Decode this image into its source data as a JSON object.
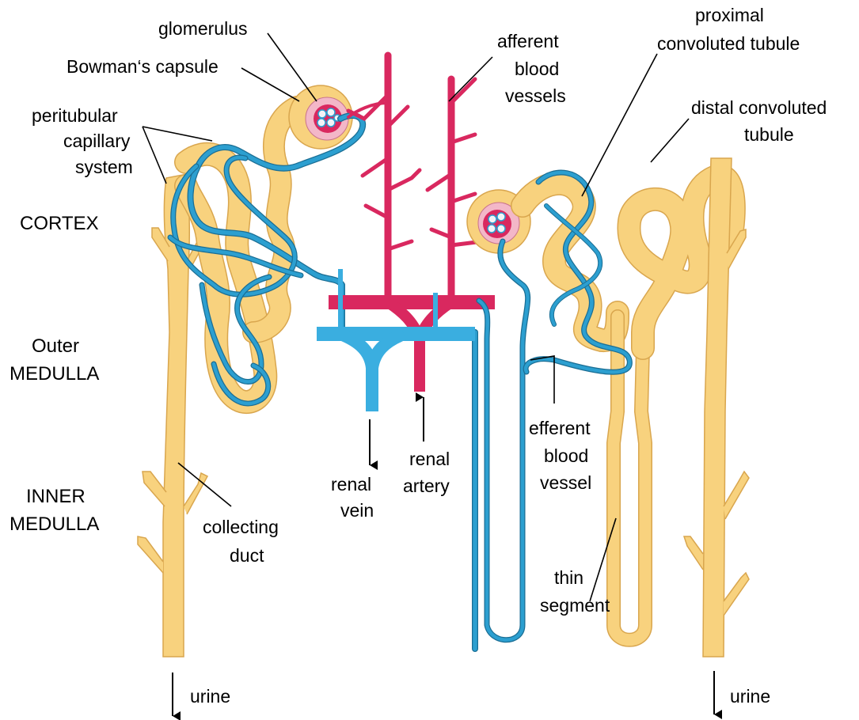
{
  "colors": {
    "tubule_fill": "#F8D27E",
    "tubule_edge": "#D9A64E",
    "capillary": "#2C9FD0",
    "capillary_dark": "#1B6E94",
    "artery": "#D9285F",
    "vein": "#3AAEE0",
    "text": "#000000"
  },
  "zones": {
    "cortex": "CORTEX",
    "outer_medulla_line1": "Outer",
    "outer_medulla_line2": "MEDULLA",
    "inner_medulla_line1": "INNER",
    "inner_medulla_line2": "MEDULLA"
  },
  "labels": {
    "glomerulus": "glomerulus",
    "bowmans_capsule": "Bowman‘s capsule",
    "peritubular_1": "peritubular",
    "peritubular_2": "capillary",
    "peritubular_3": "system",
    "afferent_1": "afferent",
    "afferent_2": "blood",
    "afferent_3": "vessels",
    "proximal_1": "proximal",
    "proximal_2": "convoluted tubule",
    "distal_1": "distal convoluted",
    "distal_2": "tubule",
    "renal_vein_1": "renal",
    "renal_vein_2": "vein",
    "renal_artery_1": "renal",
    "renal_artery_2": "artery",
    "efferent_1": "efferent",
    "efferent_2": "blood",
    "efferent_3": "vessel",
    "collecting_1": "collecting",
    "collecting_2": "duct",
    "thin_1": "thin",
    "thin_2": "segment",
    "urine_left": "urine",
    "urine_right": "urine"
  },
  "icons": {
    "flow_arrow": "arrow-down-icon",
    "artery_arrow": "arrow-up-icon"
  }
}
